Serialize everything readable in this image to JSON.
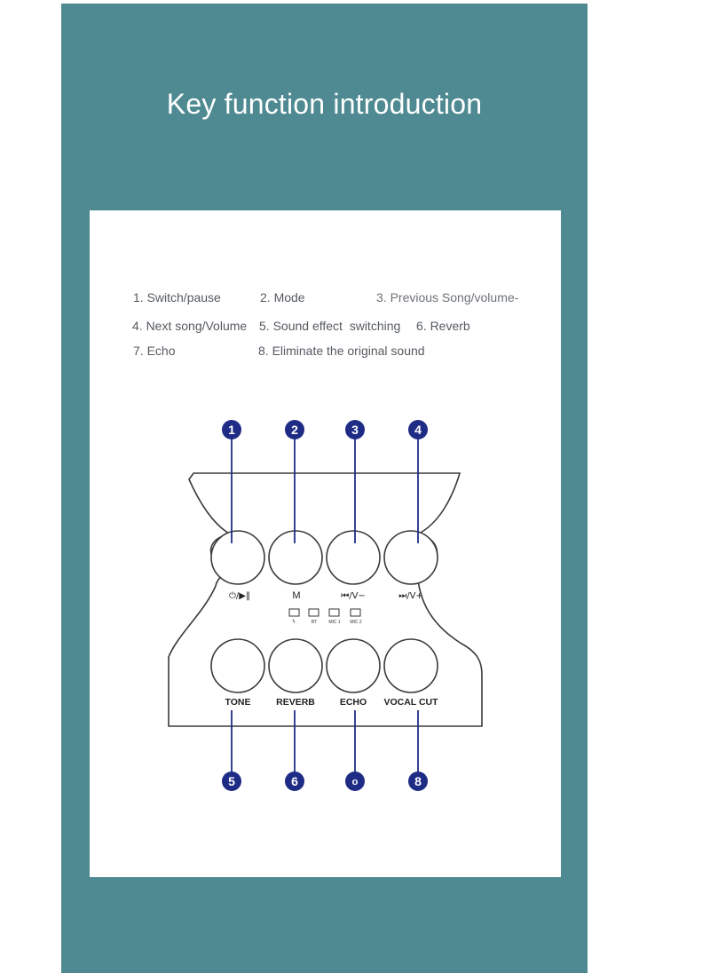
{
  "title": "Key function introduction",
  "legend": [
    {
      "n": "1",
      "text": "1. Switch/pause"
    },
    {
      "n": "2",
      "text": "2. Mode"
    },
    {
      "n": "3",
      "text": "3. Previous Song/volume-"
    },
    {
      "n": "4",
      "text": "4. Next song/Volume"
    },
    {
      "n": "5",
      "text": "5. Sound effect  switching"
    },
    {
      "n": "6",
      "text": "6. Reverb"
    },
    {
      "n": "7",
      "text": "7. Echo"
    },
    {
      "n": "8",
      "text": "8. Eliminate the original sound"
    }
  ],
  "callouts": {
    "top": [
      "1",
      "2",
      "3",
      "4"
    ],
    "bottom": [
      "5",
      "6",
      "o",
      "8"
    ]
  },
  "buttons_top": [
    {
      "name": "power-play-pause",
      "label": "⏻/▶‖",
      "icon": "power-play-pause-icon"
    },
    {
      "name": "mode",
      "label": "M",
      "icon": ""
    },
    {
      "name": "previous-volume-down",
      "label": "⏮/V−",
      "icon": "previous-track-icon"
    },
    {
      "name": "next-volume-up",
      "label": "⏭/V+",
      "icon": "next-track-icon"
    }
  ],
  "indicators": [
    "ϟ",
    "BT",
    "MIC 1",
    "MIC 2"
  ],
  "knobs": [
    "TONE",
    "REVERB",
    "ECHO",
    "VOCAL CUT"
  ],
  "colors": {
    "background": "#4f8a92",
    "card": "#ffffff",
    "callout": "#1f2c86",
    "outline": "#3a3a3a"
  }
}
